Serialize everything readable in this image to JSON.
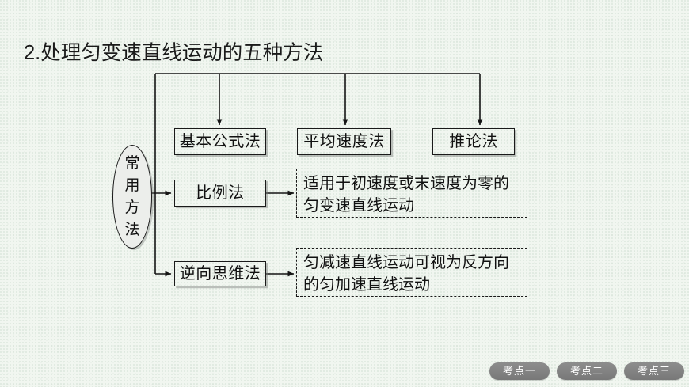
{
  "slide": {
    "title": "2.处理匀变速直线运动的五种方法",
    "background_color": "#f1f6f0"
  },
  "diagram": {
    "root": {
      "label_chars": [
        "常",
        "用",
        "方",
        "法"
      ],
      "label": "常用方法"
    },
    "methods": [
      {
        "id": "basic-formula",
        "label": "基本公式法"
      },
      {
        "id": "average-velocity",
        "label": "平均速度法"
      },
      {
        "id": "corollary",
        "label": "推论法"
      },
      {
        "id": "proportion",
        "label": "比例法"
      },
      {
        "id": "reverse-thinking",
        "label": "逆向思维法"
      }
    ],
    "notes": [
      {
        "id": "proportion-note",
        "for": "比例法",
        "line1": "适用于初速度或末速度为零的",
        "line2": "匀变速直线运动"
      },
      {
        "id": "reverse-note",
        "for": "逆向思维法",
        "line1": "匀减速直线运动可视为反方向",
        "line2": "的匀加速直线运动"
      }
    ]
  },
  "footer": {
    "buttons": [
      {
        "label": "考点一"
      },
      {
        "label": "考点二"
      },
      {
        "label": "考点三"
      }
    ],
    "button_color": "#808080"
  }
}
